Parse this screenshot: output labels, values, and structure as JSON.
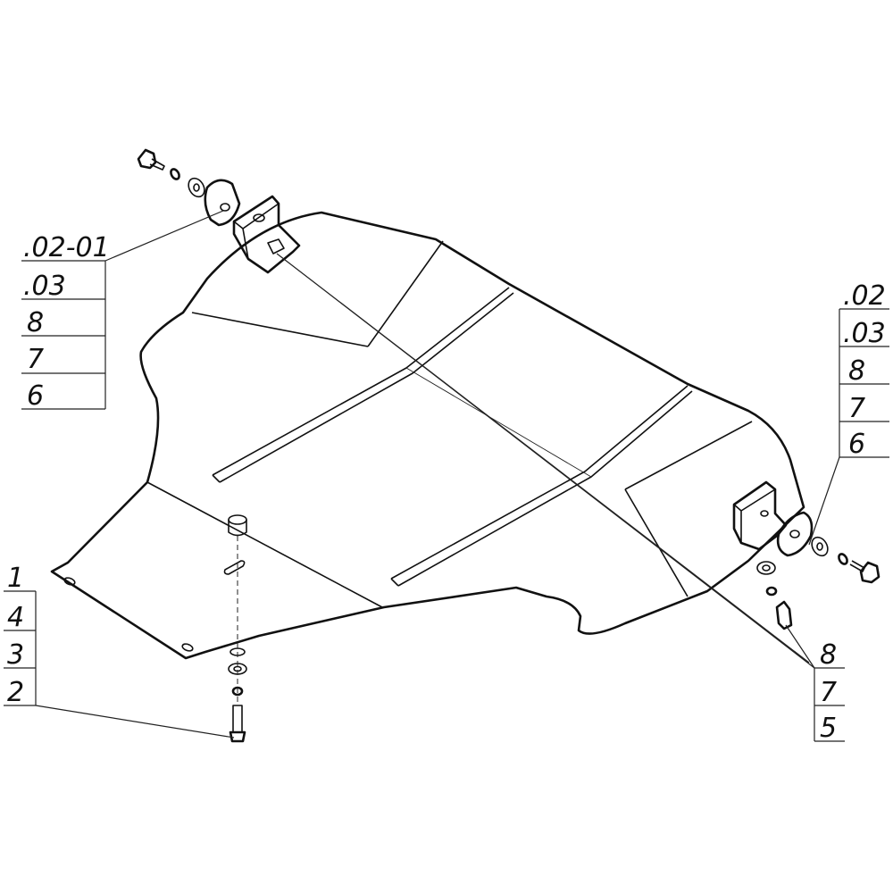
{
  "callouts": {
    "top_left": [
      ".02-01",
      ".03",
      "8",
      "7",
      "6"
    ],
    "right": [
      ".02",
      ".03",
      "8",
      "7",
      "6"
    ],
    "bottom_left": [
      "1",
      "4",
      "3",
      "2"
    ],
    "bottom_right": [
      "8",
      "7",
      "5"
    ]
  }
}
